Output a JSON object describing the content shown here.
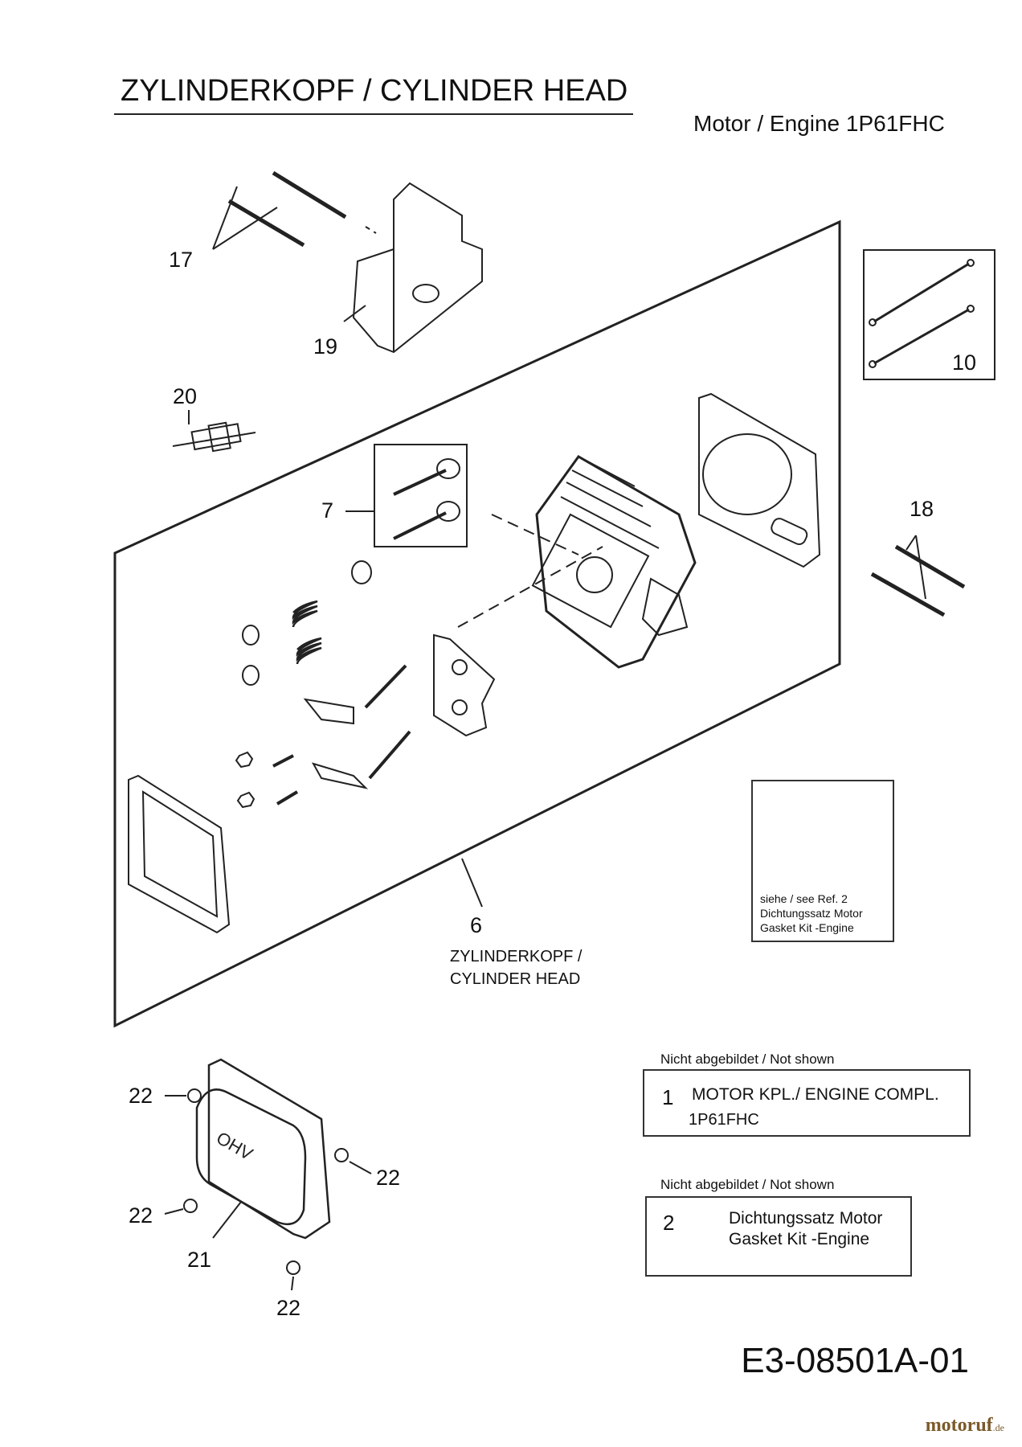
{
  "title": "ZYLINDERKOPF / CYLINDER HEAD",
  "engine": "Motor / Engine  1P61FHC",
  "callouts": {
    "c17": "17",
    "c19": "19",
    "c20": "20",
    "c10": "10",
    "c7": "7",
    "c18": "18",
    "c6": "6",
    "c21": "21",
    "c22": "22"
  },
  "cylinder_head_label": [
    "ZYLINDERKOPF /",
    "CYLINDER HEAD"
  ],
  "ref_note": [
    "siehe / see  Ref. 2",
    "Dichtungssatz Motor",
    "Gasket Kit -Engine"
  ],
  "not_shown_1": {
    "header": "Nicht abgebildet / Not shown",
    "number": "1",
    "line1": "MOTOR KPL./ ENGINE COMPL.",
    "line2": "1P61FHC"
  },
  "not_shown_2": {
    "header": "Nicht abgebildet / Not shown",
    "number": "2",
    "line1": "Dichtungssatz Motor",
    "line2": "Gasket Kit -Engine"
  },
  "ohv_text": "OHV",
  "part_number": "E3-08501A-01",
  "watermark": {
    "name": "motoruf",
    "tld": ".de"
  },
  "colors": {
    "ink": "#111111",
    "watermark": "#7b5a2a"
  }
}
